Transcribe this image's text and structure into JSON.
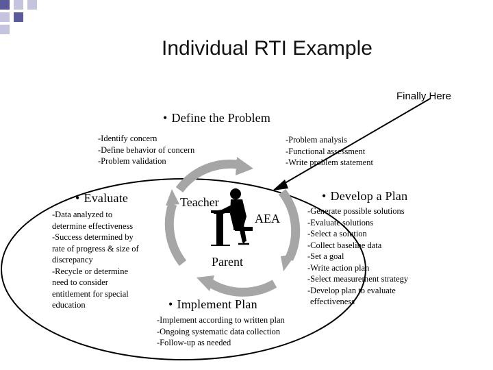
{
  "title": "Individual RTI Example",
  "annotation": "Finally Here",
  "define": {
    "heading": "Define the Problem",
    "left_items": [
      "-Identify concern",
      "-Define behavior of concern",
      "-Problem validation"
    ],
    "right_items": [
      "-Problem analysis",
      "-Functional assessment",
      "-Write problem statement"
    ]
  },
  "evaluate": {
    "heading": "Evaluate",
    "items": [
      "-Data analyzed to",
      "determine effectiveness",
      "-Success  determined by",
      "rate of progress & size of",
      "discrepancy",
      "-Recycle or determine",
      "need to consider",
      "entitlement for special",
      "education"
    ]
  },
  "develop": {
    "heading": "Develop a Plan",
    "items": [
      "-Generate possible solutions",
      "-Evaluate solutions",
      "-Select a solution",
      "-Collect baseline data",
      "-Set a goal",
      "-Write action plan",
      "-Select measurement strategy",
      "-Develop plan to evaluate",
      "effectiveness"
    ]
  },
  "implement": {
    "heading": "Implement Plan",
    "items": [
      "-Implement according to written plan",
      "-Ongoing systematic data collection",
      "-Follow-up as needed"
    ]
  },
  "center": {
    "teacher": "Teacher",
    "aea": "AEA",
    "parent": "Parent"
  },
  "bullet": "•",
  "colors": {
    "corner_dark": "#5a5a9c",
    "corner_light": "#c4c4de",
    "cycle_arrow": "#a6a6a6",
    "figure": "#000000"
  },
  "icons": [
    "seated-person-at-desk-icon",
    "cycle-arrows-icon",
    "annotation-arrow-icon"
  ]
}
